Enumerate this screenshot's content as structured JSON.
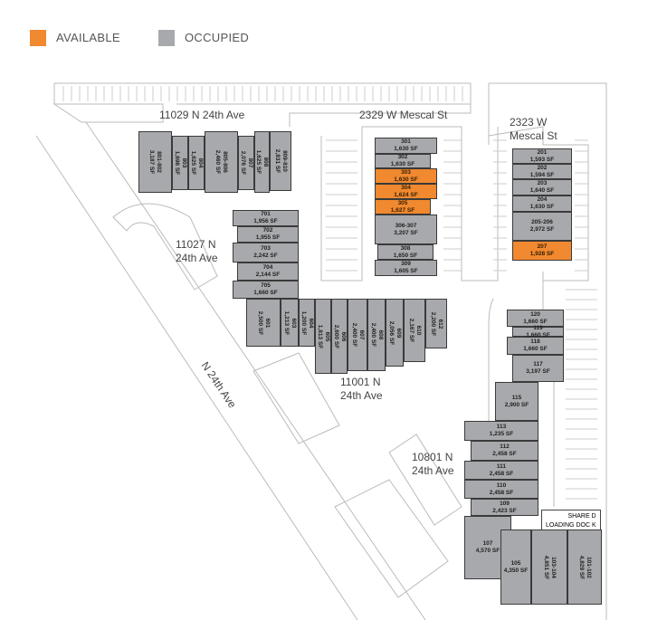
{
  "legend": {
    "available": "AVAILABLE",
    "occupied": "OCCUPIED",
    "colors": {
      "available": "#f0892f",
      "occupied": "#a7a9ac"
    }
  },
  "streets": {
    "s1": "11029 N 24th  Ave",
    "s2": "2329 W Mescal St",
    "s3a": "2323 W",
    "s3b": "Mescal St",
    "s4a": "11027 N",
    "s4b": "24th Ave",
    "s5a": "11001 N",
    "s5b": "24th Ave",
    "s6a": "10801 N",
    "s6b": "24th Ave",
    "s7": "N 24th Ave"
  },
  "loading": {
    "l1": "SHARE  D",
    "l2": "LOADING DOC   K"
  },
  "units": [
    {
      "id": "801-802",
      "sf": "3,187 SF",
      "status": "occupied"
    },
    {
      "id": "803",
      "sf": "1,696 SF",
      "status": "occupied"
    },
    {
      "id": "804",
      "sf": "1,625 SF",
      "status": "occupied"
    },
    {
      "id": "805-806",
      "sf": "2,460 SF",
      "status": "occupied"
    },
    {
      "id": "807",
      "sf": "2,076 SF",
      "status": "occupied"
    },
    {
      "id": "808",
      "sf": "1,625 SF",
      "status": "occupied"
    },
    {
      "id": "809-810",
      "sf": "2,831 SF",
      "status": "occupied"
    },
    {
      "id": "701",
      "sf": "1,956 SF",
      "status": "occupied"
    },
    {
      "id": "702",
      "sf": "1,955 SF",
      "status": "occupied"
    },
    {
      "id": "703",
      "sf": "2,242 SF",
      "status": "occupied"
    },
    {
      "id": "704",
      "sf": "2,144 SF",
      "status": "occupied"
    },
    {
      "id": "705",
      "sf": "1,660 SF",
      "status": "occupied"
    },
    {
      "id": "601",
      "sf": "2,500 SF",
      "status": "occupied"
    },
    {
      "id": "603",
      "sf": "1,213 SF",
      "status": "occupied"
    },
    {
      "id": "604",
      "sf": "1,200 SF",
      "status": "occupied"
    },
    {
      "id": "605",
      "sf": "1,813 SF",
      "status": "occupied"
    },
    {
      "id": "606",
      "sf": "2,600 SF",
      "status": "occupied"
    },
    {
      "id": "607",
      "sf": "2,400 SF",
      "status": "occupied"
    },
    {
      "id": "608",
      "sf": "2,400 SF",
      "status": "occupied"
    },
    {
      "id": "609",
      "sf": "2,056 SF",
      "status": "occupied"
    },
    {
      "id": "610",
      "sf": "2,167 SF",
      "status": "occupied"
    },
    {
      "id": "612",
      "sf": "2,200 SF",
      "status": "occupied"
    },
    {
      "id": "301",
      "sf": "1,630 SF",
      "status": "occupied"
    },
    {
      "id": "302",
      "sf": "1,630 SF",
      "status": "occupied"
    },
    {
      "id": "303",
      "sf": "1,630 SF",
      "status": "available"
    },
    {
      "id": "304",
      "sf": "1,624 SF",
      "status": "available"
    },
    {
      "id": "305",
      "sf": "1,627 SF",
      "status": "available"
    },
    {
      "id": "306-307",
      "sf": "3,207 SF",
      "status": "occupied"
    },
    {
      "id": "308",
      "sf": "1,650 SF",
      "status": "occupied"
    },
    {
      "id": "309",
      "sf": "1,605 SF",
      "status": "occupied"
    },
    {
      "id": "201",
      "sf": "1,593 SF",
      "status": "occupied"
    },
    {
      "id": "202",
      "sf": "1,594 SF",
      "status": "occupied"
    },
    {
      "id": "203",
      "sf": "1,640 SF",
      "status": "occupied"
    },
    {
      "id": "204",
      "sf": "1,630 SF",
      "status": "occupied"
    },
    {
      "id": "205-206",
      "sf": "2,972 SF",
      "status": "occupied"
    },
    {
      "id": "207",
      "sf": "1,928 SF",
      "status": "available"
    },
    {
      "id": "120",
      "sf": "1,660 SF",
      "status": "occupied"
    },
    {
      "id": "119",
      "sf": "1,660 SF",
      "status": "occupied"
    },
    {
      "id": "118",
      "sf": "1,660 SF",
      "status": "occupied"
    },
    {
      "id": "117",
      "sf": "3,197 SF",
      "status": "occupied"
    },
    {
      "id": "115",
      "sf": "2,900 SF",
      "status": "occupied"
    },
    {
      "id": "113",
      "sf": "1,235 SF",
      "status": "occupied"
    },
    {
      "id": "112",
      "sf": "2,458 SF",
      "status": "occupied"
    },
    {
      "id": "111",
      "sf": "2,458 SF",
      "status": "occupied"
    },
    {
      "id": "110",
      "sf": "2,458 SF",
      "status": "occupied"
    },
    {
      "id": "109",
      "sf": "2,423 SF",
      "status": "occupied"
    },
    {
      "id": "107",
      "sf": "4,570 SF",
      "status": "occupied"
    },
    {
      "id": "105",
      "sf": "4,350 SF",
      "status": "occupied"
    },
    {
      "id": "103-104",
      "sf": "4,851 SF",
      "status": "occupied"
    },
    {
      "id": "101-102",
      "sf": "4,829 SF",
      "status": "occupied"
    }
  ]
}
